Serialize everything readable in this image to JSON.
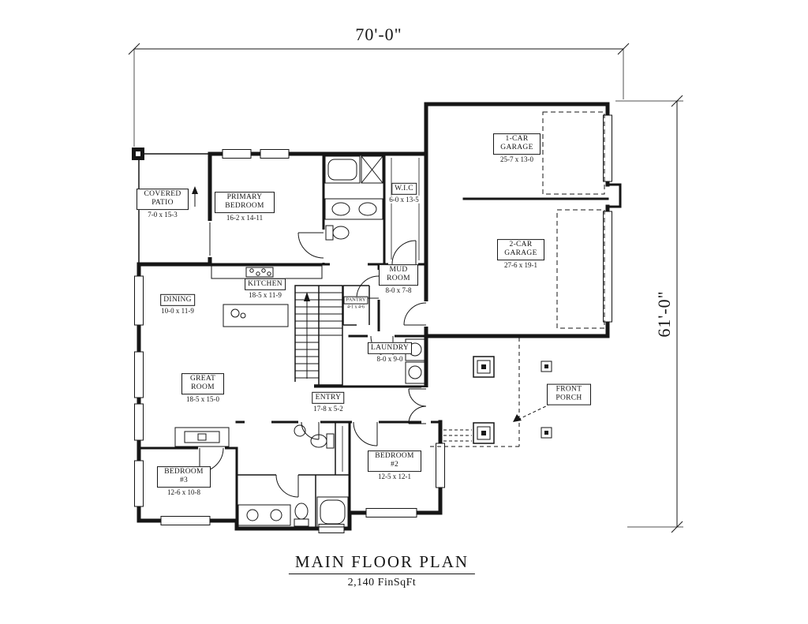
{
  "plan": {
    "title": "MAIN FLOOR PLAN",
    "subtitle": "2,140 FinSqFt"
  },
  "dims": {
    "width": "70'-0\"",
    "height": "61'-0\""
  },
  "rooms": {
    "covered_patio": {
      "name": "COVERED PATIO",
      "dims": "7-0 x 15-3"
    },
    "primary_bedroom": {
      "name": "PRIMARY BEDROOM",
      "dims": "16-2 x 14-11"
    },
    "wic": {
      "name": "W.I.C",
      "dims": "6-0 x 13-5"
    },
    "garage_1": {
      "name": "1-CAR GARAGE",
      "dims": "25-7 x 13-0"
    },
    "garage_2": {
      "name": "2-CAR GARAGE",
      "dims": "27-6 x 19-1"
    },
    "mud_room": {
      "name": "MUD ROOM",
      "dims": "8-0 x 7-8"
    },
    "kitchen": {
      "name": "KITCHEN",
      "dims": "18-5 x 11-9"
    },
    "dining": {
      "name": "DINING",
      "dims": "10-0 x 11-9"
    },
    "pantry": {
      "name": "PANTRY",
      "dims": "4-1 x 4-6"
    },
    "laundry": {
      "name": "LAUNDRY",
      "dims": "8-0 x 9-0"
    },
    "great_room": {
      "name": "GREAT ROOM",
      "dims": "18-5 x 15-0"
    },
    "entry": {
      "name": "ENTRY",
      "dims": "17-8 x 5-2"
    },
    "front_porch": {
      "name": "FRONT PORCH"
    },
    "bedroom_2": {
      "name": "BEDROOM #2",
      "dims": "12-5 x 12-1"
    },
    "bedroom_3": {
      "name": "BEDROOM #3",
      "dims": "12-6 x 10-8"
    }
  },
  "colors": {
    "wall": "#161616",
    "background": "#ffffff"
  }
}
